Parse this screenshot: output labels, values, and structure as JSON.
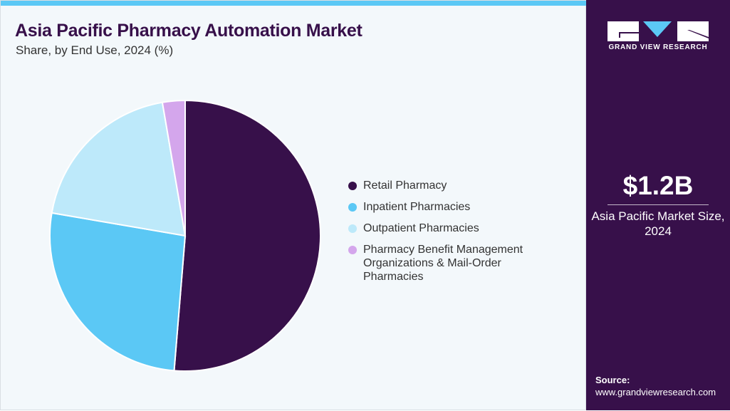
{
  "chart_data": {
    "type": "pie",
    "title": "Asia Pacific Pharmacy Automation Market",
    "subtitle": "Share, by End Use, 2024 (%)",
    "categories": [
      "Retail Pharmacy",
      "Inpatient Pharmacies",
      "Outpatient Pharmacies",
      "Pharmacy Benefit Management Organizations & Mail-Order Pharmacies"
    ],
    "values": [
      51.3,
      26.4,
      19.6,
      2.7
    ],
    "colors": [
      "#37104a",
      "#5bc8f5",
      "#bde9fa",
      "#d4a6ec"
    ],
    "legend_position": "right"
  },
  "sidebar": {
    "logo_text": "GRAND VIEW RESEARCH",
    "market_value": "$1.2B",
    "market_label": "Asia Pacific Market Size, 2024",
    "source_label": "Source:",
    "source_url": "www.grandviewresearch.com"
  }
}
